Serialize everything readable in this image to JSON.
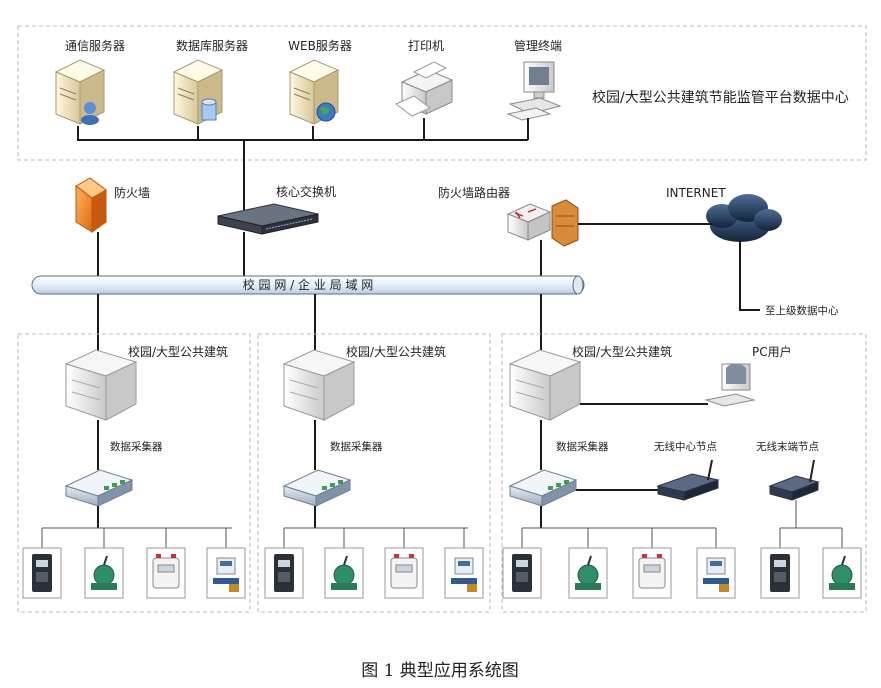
{
  "datacenter": {
    "title": "校园/大型公共建筑节能监管平台数据中心",
    "servers": [
      {
        "label": "通信服务器",
        "icon": "user-server-icon"
      },
      {
        "label": "数据库服务器",
        "icon": "database-server-icon"
      },
      {
        "label": "WEB服务器",
        "icon": "web-server-icon"
      },
      {
        "label": "打印机",
        "icon": "printer-icon"
      },
      {
        "label": "管理终端",
        "icon": "terminal-icon"
      }
    ]
  },
  "network": {
    "firewall": "防火墙",
    "core_switch": "核心交换机",
    "firewall_router": "防火墙路由器",
    "internet": "INTERNET",
    "upper_center": "至上级数据中心",
    "lan": "校 园 网 / 企 业 局 域 网"
  },
  "buildings": [
    {
      "label": "校园/大型公共建筑",
      "collector": "数据采集器"
    },
    {
      "label": "校园/大型公共建筑",
      "collector": "数据采集器"
    },
    {
      "label": "校园/大型公共建筑",
      "collector": "数据采集器",
      "pc_user": "PC用户",
      "wireless_center": "无线中心节点",
      "wireless_end": "无线末端节点"
    }
  ],
  "caption": "图 1 典型应用系统图"
}
